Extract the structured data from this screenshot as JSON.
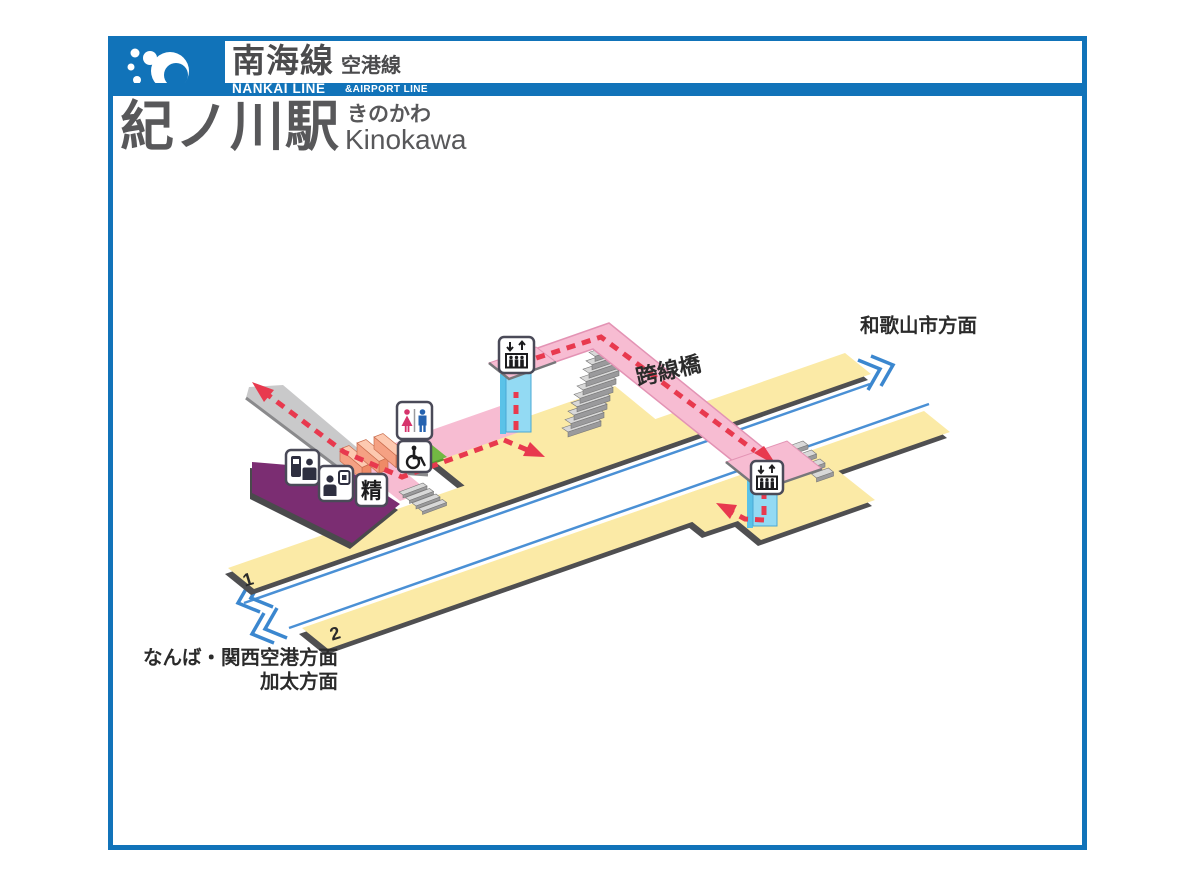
{
  "header": {
    "logo": "nankai-wave-logo",
    "line_name_jp": "南海線",
    "line_name_sub_jp": "空港線",
    "line_name_en": "NANKAI LINE",
    "line_name_sub_en": "&AIRPORT LINE"
  },
  "station": {
    "name_jp": "紀ノ川駅",
    "name_kana": "きのかわ",
    "name_en": "Kinokawa"
  },
  "map": {
    "labels": {
      "bridge": "跨線橋",
      "direction_up": "和歌山市方面",
      "direction_down_1": "なんば・関西空港方面",
      "direction_down_2": "加太方面",
      "platform_1": "1",
      "platform_2": "2",
      "fare_adjustment": "精"
    },
    "icons": [
      "ticket-machine-icon",
      "ticket-window-icon",
      "fare-adjustment-icon",
      "toilet-icon",
      "wheelchair-accessible-icon",
      "elevator-icon",
      "elevator-icon"
    ],
    "colors": {
      "brand_blue": "#1173b9",
      "track_blue": "#4a90d5",
      "platform_yellow": "#fbeaa6",
      "platform_edge_dark": "#4f4f51",
      "bridge_pink": "#f7bcd2",
      "building_purple": "#7b2d72",
      "walkway_gray": "#c9c9ca",
      "elevator_blue": "#93daf3",
      "route_red": "#e8394e",
      "accessible_green": "#72b843",
      "gate_orange": "#f5a183"
    }
  }
}
